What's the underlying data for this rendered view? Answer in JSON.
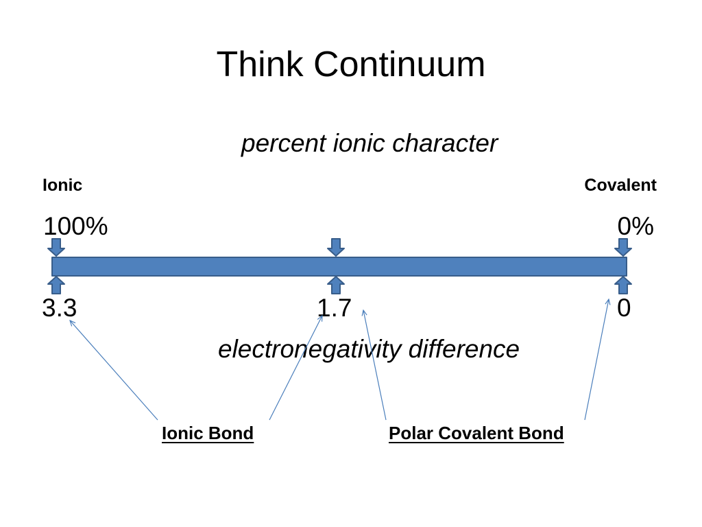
{
  "slide": {
    "title": "Think Continuum",
    "top_caption": "percent ionic character",
    "bottom_caption": "electronegativity difference"
  },
  "scale": {
    "left_label": "Ionic",
    "right_label": "Covalent",
    "percent_left": "100%",
    "percent_right": "0%",
    "en_left": "3.3",
    "en_mid": "1.7",
    "en_right": "0"
  },
  "bonds": {
    "ionic": "Ionic Bond",
    "polar_covalent": "Polar Covalent Bond"
  },
  "colors": {
    "bar_fill": "#4f81bd",
    "bar_border": "#385d8a",
    "arrow_line": "#4a7ebb"
  }
}
